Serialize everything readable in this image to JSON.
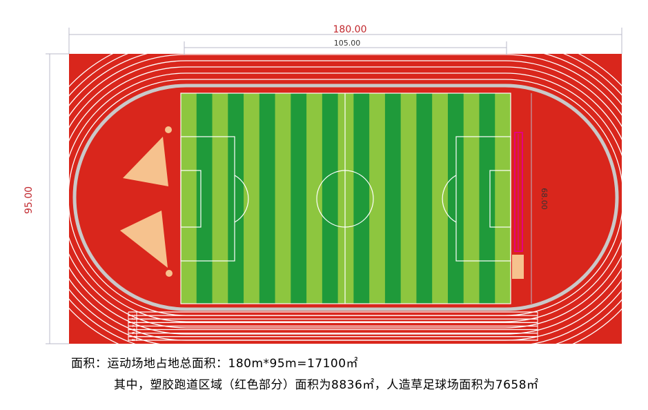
{
  "dimensions": {
    "overall_length": "180.00",
    "field_length": "105.00",
    "overall_width": "95.00",
    "field_width": "68.00"
  },
  "lane_numbers": [
    "1",
    "2",
    "3",
    "4",
    "5",
    "6",
    "7",
    "8"
  ],
  "captions": {
    "line1": "面积：运动场地占地总面积：180m*95m=17100㎡",
    "line2": "其中，塑胶跑道区域（红色部分）面积为8836㎡，人造草足球场面积为7658㎡"
  },
  "colors": {
    "track_red": "#d9261c",
    "grass_light": "#8dc63f",
    "grass_dark": "#1f9a3a",
    "field_zone_sand": "#f6c28e",
    "dimension_line": "#b8b8c8",
    "dimension_text_red": "#c1272d",
    "jump_runway": "#e6007e"
  }
}
